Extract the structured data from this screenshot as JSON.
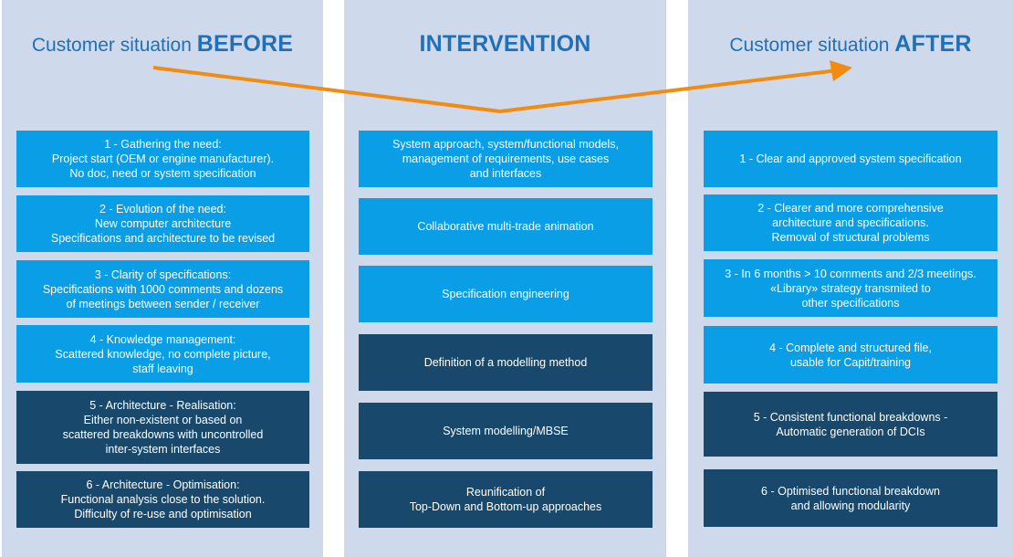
{
  "colors": {
    "column_bg": "#cfd9ec",
    "heading_text": "#1f70b8",
    "box_light": "#0a9ee6",
    "box_dark": "#18486b",
    "arrow": "#f28c10"
  },
  "before": {
    "heading_light": "Customer situation ",
    "heading_bold": "BEFORE",
    "boxes": [
      {
        "lines": [
          "1 - Gathering the need:",
          "Project start (OEM or engine manufacturer).",
          "No doc, need or system specification"
        ]
      },
      {
        "lines": [
          "2 - Evolution of the need:",
          "New computer architecture",
          "Specifications and architecture to be revised"
        ]
      },
      {
        "lines": [
          "3 - Clarity of specifications:",
          "Specifications with 1000 comments and dozens",
          "of meetings between sender / receiver"
        ]
      },
      {
        "lines": [
          "4 - Knowledge management:",
          "Scattered knowledge, no complete picture,",
          "staff leaving"
        ]
      },
      {
        "lines": [
          "5 - Architecture - Realisation:",
          "Either non-existent or based on",
          "scattered breakdowns with uncontrolled",
          "inter-system interfaces"
        ]
      },
      {
        "lines": [
          "6 - Architecture - Optimisation:",
          "Functional analysis close to the solution.",
          "Difficulty of re-use and optimisation"
        ]
      }
    ]
  },
  "intervention": {
    "heading_bold": "INTERVENTION",
    "boxes": [
      {
        "lines": [
          "System approach, system/functional models,",
          "management of requirements, use cases",
          "and interfaces"
        ]
      },
      {
        "lines": [
          "Collaborative multi-trade animation"
        ]
      },
      {
        "lines": [
          "Specification engineering"
        ]
      },
      {
        "lines": [
          "Definition of a modelling method"
        ]
      },
      {
        "lines": [
          "System modelling/MBSE"
        ]
      },
      {
        "lines": [
          "Reunification of",
          "Top-Down and Bottom-up approaches"
        ]
      }
    ]
  },
  "after": {
    "heading_light": "Customer situation ",
    "heading_bold": "AFTER",
    "boxes": [
      {
        "lines": [
          "1 - Clear and approved system specification"
        ]
      },
      {
        "lines": [
          "2 - Clearer and more comprehensive",
          "architecture and specifications.",
          "Removal of structural problems"
        ]
      },
      {
        "lines": [
          "3 - In 6 months > 10 comments and 2/3 meetings.",
          "«Library» strategy transmited to",
          "other specifications"
        ]
      },
      {
        "lines": [
          "4 - Complete and structured file,",
          "usable for Capit/training"
        ]
      },
      {
        "lines": [
          "5 - Consistent functional breakdowns -",
          "Automatic generation of DCIs"
        ]
      },
      {
        "lines": [
          "6 - Optimised functional breakdown",
          "and allowing modularity"
        ]
      }
    ]
  }
}
